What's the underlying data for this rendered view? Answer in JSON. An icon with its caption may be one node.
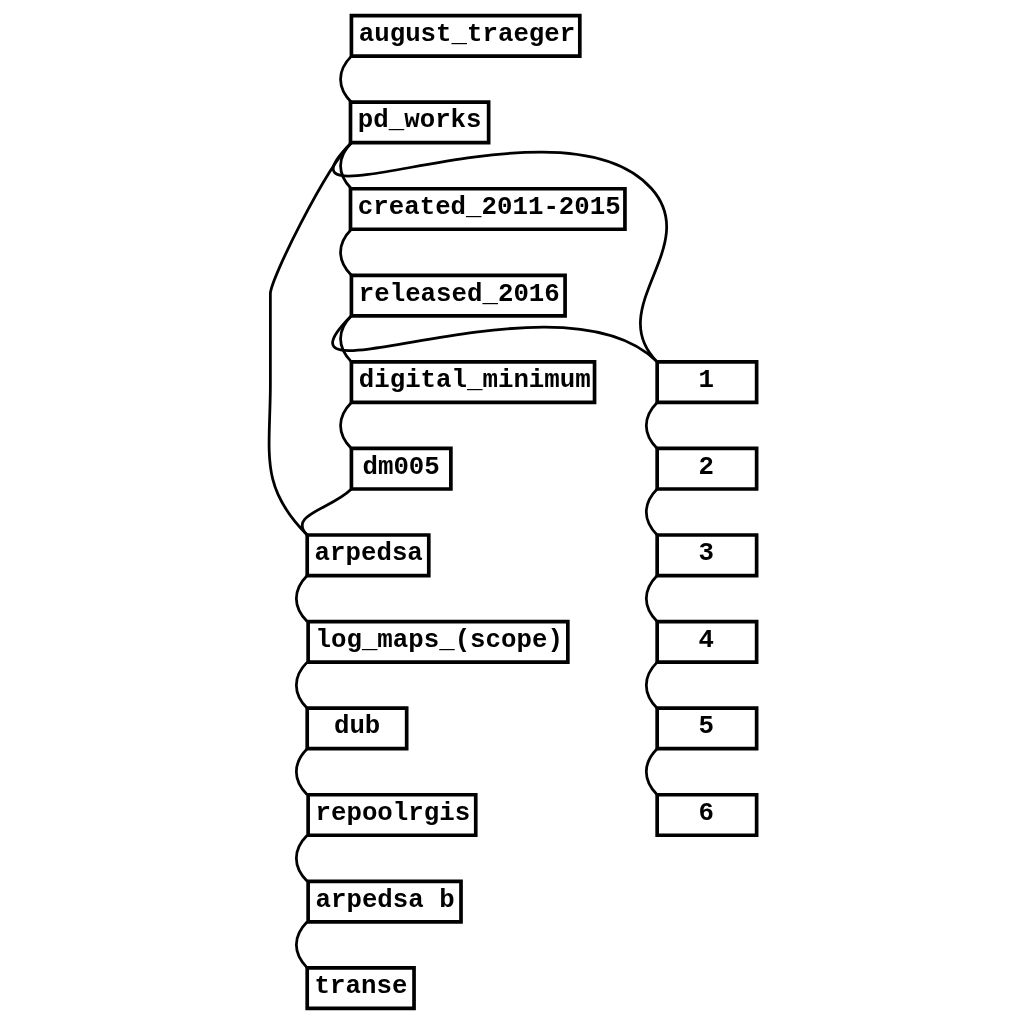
{
  "diagram": {
    "nodes": [
      {
        "text": [
          "august_traeger"
        ]
      },
      {
        "text": [
          "pd_works"
        ]
      },
      {
        "text": [
          "created_2011-2015"
        ]
      },
      {
        "text": [
          "released_2016"
        ]
      },
      {
        "text": [
          "digital_minimum"
        ]
      },
      {
        "text": [
          "dm005"
        ]
      },
      {
        "text": [
          "1"
        ]
      },
      {
        "text": [
          "arpedsa"
        ]
      },
      {
        "text": [
          "2"
        ]
      },
      {
        "text": [
          "log_maps_(scope)"
        ]
      },
      {
        "text": [
          "3"
        ]
      },
      {
        "text": [
          "dub"
        ]
      },
      {
        "text": [
          "4"
        ]
      },
      {
        "text": [
          "repoolrgis"
        ]
      },
      {
        "text": [
          "5"
        ]
      },
      {
        "text": [
          "arpedsa b"
        ]
      },
      {
        "text": [
          "6"
        ]
      },
      {
        "text": [
          "transe"
        ]
      }
    ],
    "edges": [
      {
        "from": 0,
        "to": 1,
        "arrow": "none"
      },
      {
        "from": 1,
        "to": 2,
        "arrow": "none"
      },
      {
        "from": 1,
        "to": 6,
        "arrow": "none"
      },
      {
        "from": 1,
        "to": 7,
        "arrow": "none"
      },
      {
        "from": 2,
        "to": 3,
        "arrow": "none"
      },
      {
        "from": 3,
        "to": 4,
        "arrow": "none"
      },
      {
        "from": 3,
        "to": 6,
        "arrow": "none"
      },
      {
        "from": 4,
        "to": 5,
        "arrow": "none"
      },
      {
        "from": 5,
        "to": 7,
        "arrow": "none"
      },
      {
        "from": 6,
        "to": 8,
        "arrow": "none"
      },
      {
        "from": 8,
        "to": 10,
        "arrow": "none"
      },
      {
        "from": 10,
        "to": 12,
        "arrow": "none"
      },
      {
        "from": 12,
        "to": 14,
        "arrow": "none"
      },
      {
        "from": 14,
        "to": 16,
        "arrow": "none"
      },
      {
        "from": 7,
        "to": 9,
        "arrow": "none"
      },
      {
        "from": 9,
        "to": 11,
        "arrow": "none"
      },
      {
        "from": 11,
        "to": 13,
        "arrow": "none"
      },
      {
        "from": 13,
        "to": 15,
        "arrow": "none"
      },
      {
        "from": 15,
        "to": 17,
        "arrow": "none"
      }
    ]
  }
}
